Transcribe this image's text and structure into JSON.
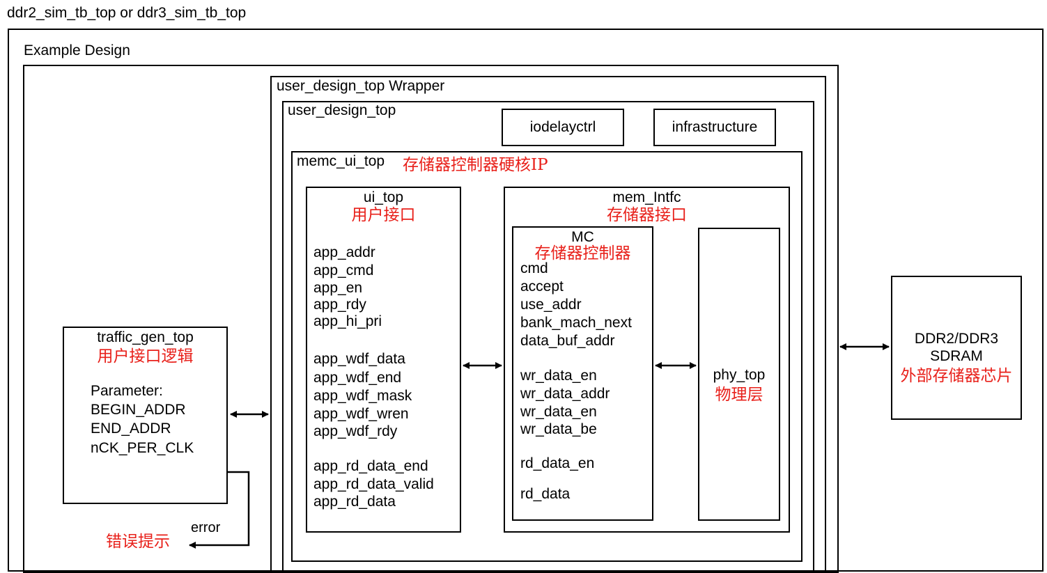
{
  "outer_title": "ddr2_sim_tb_top or ddr3_sim_tb_top",
  "example_design": "Example Design",
  "wrapper": "user_design_top Wrapper",
  "user_design_top": "user_design_top",
  "iodelayctrl": "iodelayctrl",
  "infrastructure": "infrastructure",
  "memc_ui_top": {
    "title": "memc_ui_top",
    "note": "存储器控制器硬核IP"
  },
  "ui_top": {
    "title": "ui_top",
    "note": "用户接口",
    "signals_group1": [
      "app_addr",
      "app_cmd",
      "app_en",
      "app_rdy",
      "app_hi_pri"
    ],
    "signals_group2": [
      "app_wdf_data",
      "app_wdf_end",
      "app_wdf_mask",
      "app_wdf_wren",
      "app_wdf_rdy"
    ],
    "signals_group3": [
      "app_rd_data_end",
      "app_rd_data_valid",
      "app_rd_data"
    ]
  },
  "mem_intfc": {
    "title": "mem_Intfc",
    "note": "存储器接口"
  },
  "mc": {
    "title": "MC",
    "note": "存储器控制器",
    "signals_group1": [
      "cmd",
      "accept",
      "use_addr",
      "bank_mach_next",
      "data_buf_addr"
    ],
    "signals_group2": [
      "wr_data_en",
      "wr_data_addr",
      "wr_data_en",
      "wr_data_be"
    ],
    "signals_group3": [
      "rd_data_en"
    ],
    "signals_group4": [
      "rd_data"
    ]
  },
  "phy_top": {
    "title": "phy_top",
    "note": "物理层"
  },
  "traffic_gen": {
    "title": "traffic_gen_top",
    "note": "用户接口逻辑",
    "params": [
      "Parameter:",
      "BEGIN_ADDR",
      "END_ADDR",
      "nCK_PER_CLK"
    ]
  },
  "error": {
    "label": "error",
    "note": "错误提示"
  },
  "sdram": {
    "line1": "DDR2/DDR3",
    "line2": "SDRAM",
    "note": "外部存储器芯片"
  }
}
